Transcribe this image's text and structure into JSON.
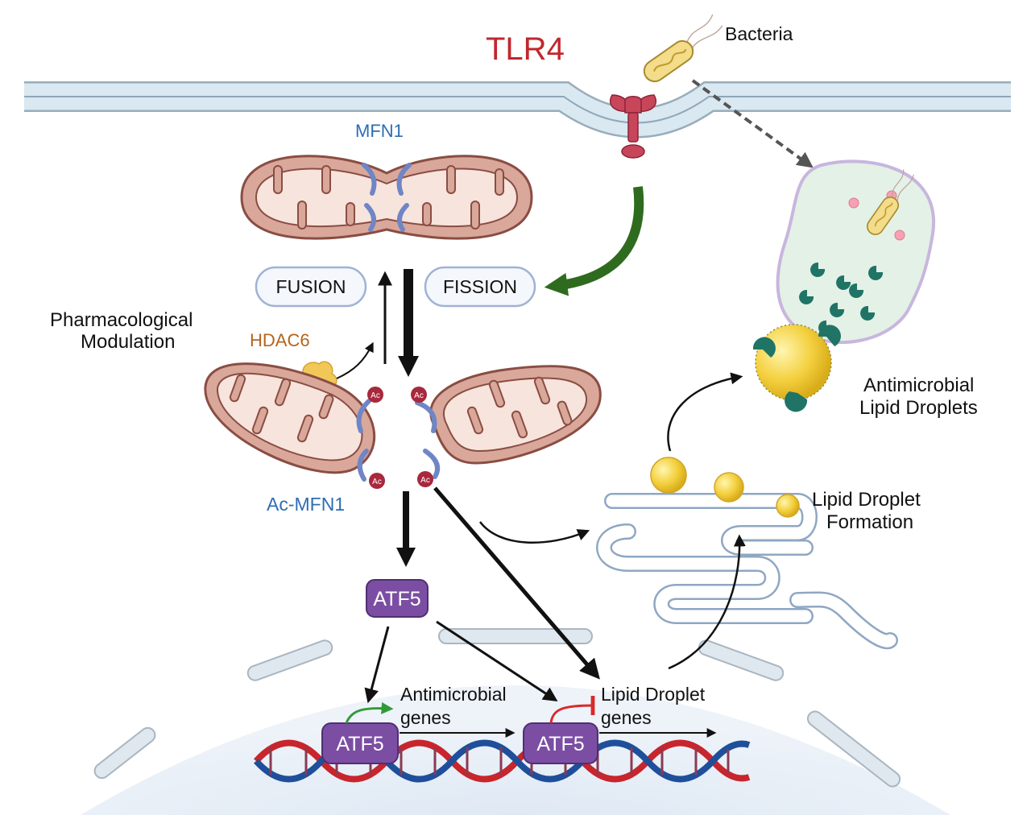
{
  "labels": {
    "tlr4": "TLR4",
    "bacteria": "Bacteria",
    "mfn1": "MFN1",
    "fusion": "FUSION",
    "fission": "FISSION",
    "pharm_line1": "Pharmacological",
    "pharm_line2": "Modulation",
    "hdac6": "HDAC6",
    "ac_mfn1": "Ac-MFN1",
    "ac_tag": "Ac",
    "atf5": "ATF5",
    "antimicrobial_genes_line1": "Antimicrobial",
    "antimicrobial_genes_line2": "genes",
    "lipid_genes_line1": "Lipid Droplet",
    "lipid_genes_line2": "genes",
    "antimicrobial_ld_line1": "Antimicrobial",
    "antimicrobial_ld_line2": "Lipid Droplets",
    "ld_formation_line1": "Lipid Droplet",
    "ld_formation_line2": "Formation"
  },
  "colors": {
    "tlr4_text": "#c0272d",
    "mfn1_text": "#2e6db4",
    "hdac6_text": "#b5651d",
    "atf5_fill": "#7b4ea3",
    "activation_arrow": "#2e9b3a",
    "inhibition_arrow": "#d62b2b",
    "tlr4_to_fission_arrow": "#2f6b1f",
    "membrane": "#c4dbe8",
    "mitochondria": "#d9a89a",
    "lipid_droplet": "#f4d03f",
    "phagosome_fill": "#e4f1e6",
    "phagosome_border": "#c8b6de",
    "ac_badge": "#a8283c"
  },
  "icons": [
    "tlr4-receptor-icon",
    "bacterium-icon",
    "mitochondrion-icon",
    "hdac6-enzyme-icon",
    "lipid-droplet-icon",
    "er-icon",
    "dna-helix-icon",
    "phagosome-icon"
  ]
}
